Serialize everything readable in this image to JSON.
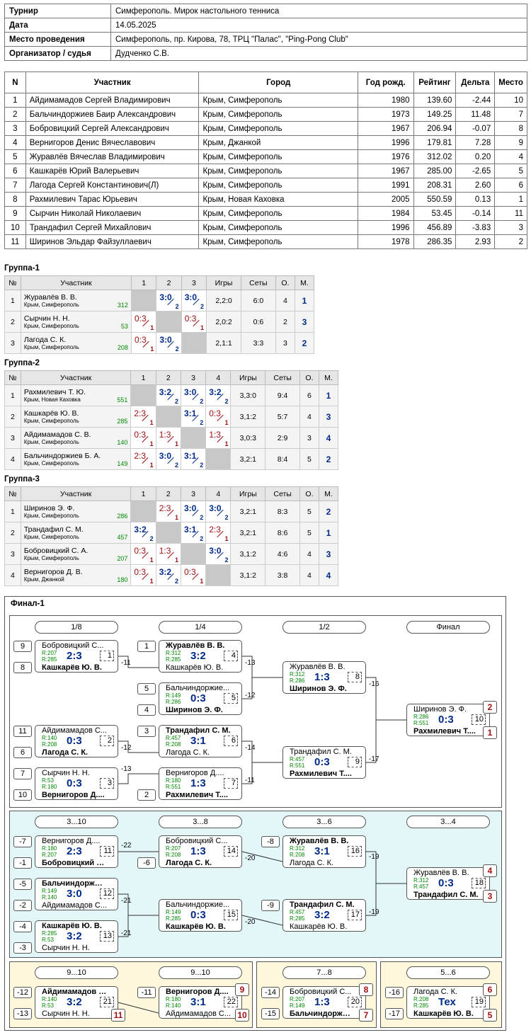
{
  "info": {
    "rows": [
      {
        "k": "Турнир",
        "v": "Симферополь. Мирок настольного тенниса"
      },
      {
        "k": "Дата",
        "v": "14.05.2025"
      },
      {
        "k": "Место проведения",
        "v": "Симферополь, пр. Кирова, 78, ТРЦ \"Палас\", \"Ping-Pong Club\""
      },
      {
        "k": "Организатор / судья",
        "v": "Дудченко С.В."
      }
    ]
  },
  "participants": {
    "headers": [
      "N",
      "Участник",
      "Город",
      "Год рожд.",
      "Рейтинг",
      "Дельта",
      "Место"
    ],
    "rows": [
      [
        "1",
        "Айдимамадов Сергей Владимирович",
        "Крым, Симферополь",
        "1980",
        "139.60",
        "-2.44",
        "10"
      ],
      [
        "2",
        "Бальчиндоржиев Баир Александрович",
        "Крым, Симферополь",
        "1973",
        "149.25",
        "11.48",
        "7"
      ],
      [
        "3",
        "Бобровицкий Сергей Александрович",
        "Крым, Симферополь",
        "1967",
        "206.94",
        "-0.07",
        "8"
      ],
      [
        "4",
        "Вернигоров Денис Вячеславович",
        "Крым, Джанкой",
        "1996",
        "179.81",
        "7.28",
        "9"
      ],
      [
        "5",
        "Журавлёв Вячеслав Владимирович",
        "Крым, Симферополь",
        "1976",
        "312.02",
        "0.20",
        "4"
      ],
      [
        "6",
        "Кашкарёв Юрий Валерьевич",
        "Крым, Симферополь",
        "1967",
        "285.00",
        "-2.65",
        "5"
      ],
      [
        "7",
        "Лагода Сергей Константинович(Л)",
        "Крым, Симферополь",
        "1991",
        "208.31",
        "2.60",
        "6"
      ],
      [
        "8",
        "Рахмилевич Тарас Юрьевич",
        "Крым, Новая Каховка",
        "2005",
        "550.59",
        "0.13",
        "1"
      ],
      [
        "9",
        "Сырчин Николай Николаевич",
        "Крым, Симферополь",
        "1984",
        "53.45",
        "-0.14",
        "11"
      ],
      [
        "10",
        "Трандафил Сергей Михайлович",
        "Крым, Симферополь",
        "1996",
        "456.89",
        "-3.83",
        "3"
      ],
      [
        "11",
        "Ширинов Эльдар Файзуллаевич",
        "Крым, Симферополь",
        "1978",
        "286.35",
        "2.93",
        "2"
      ]
    ]
  },
  "groups": [
    {
      "title": "Группа-1",
      "headers": [
        "№",
        "Участник",
        "1",
        "2",
        "3",
        "Игры",
        "Сеты",
        "О.",
        "М."
      ],
      "rows": [
        {
          "n": "1",
          "name": "Журавлёв В. В.",
          "city": "Крым, Симферополь",
          "rating": "312",
          "cells": [
            null,
            {
              "s": "3:0",
              "w": true,
              "p": "2"
            },
            {
              "s": "3:0",
              "w": true,
              "p": "2"
            }
          ],
          "games": "2,2:0",
          "sets": "6:0",
          "pts": "4",
          "place": "1"
        },
        {
          "n": "2",
          "name": "Сырчин Н. Н.",
          "city": "Крым, Симферополь",
          "rating": "53",
          "cells": [
            {
              "s": "0:3",
              "w": false,
              "p": "1"
            },
            null,
            {
              "s": "0:3",
              "w": false,
              "p": "1"
            }
          ],
          "games": "2,0:2",
          "sets": "0:6",
          "pts": "2",
          "place": "3"
        },
        {
          "n": "3",
          "name": "Лагода С. К.",
          "city": "Крым, Симферополь",
          "rating": "208",
          "cells": [
            {
              "s": "0:3",
              "w": false,
              "p": "1"
            },
            {
              "s": "3:0",
              "w": true,
              "p": "2"
            },
            null
          ],
          "games": "2,1:1",
          "sets": "3:3",
          "pts": "3",
          "place": "2"
        }
      ]
    },
    {
      "title": "Группа-2",
      "headers": [
        "№",
        "Участник",
        "1",
        "2",
        "3",
        "4",
        "Игры",
        "Сеты",
        "О.",
        "М."
      ],
      "rows": [
        {
          "n": "1",
          "name": "Рахмилевич Т. Ю.",
          "city": "Крым, Новая Каховка",
          "rating": "551",
          "cells": [
            null,
            {
              "s": "3:2",
              "w": true,
              "p": "2"
            },
            {
              "s": "3:0",
              "w": true,
              "p": "2"
            },
            {
              "s": "3:2",
              "w": true,
              "p": "2"
            }
          ],
          "games": "3,3:0",
          "sets": "9:4",
          "pts": "6",
          "place": "1"
        },
        {
          "n": "2",
          "name": "Кашкарёв Ю. В.",
          "city": "Крым, Симферополь",
          "rating": "285",
          "cells": [
            {
              "s": "2:3",
              "w": false,
              "p": "1"
            },
            null,
            {
              "s": "3:1",
              "w": true,
              "p": "2"
            },
            {
              "s": "0:3",
              "w": false,
              "p": "1"
            }
          ],
          "games": "3,1:2",
          "sets": "5:7",
          "pts": "4",
          "place": "3"
        },
        {
          "n": "3",
          "name": "Айдимамадов С. В.",
          "city": "Крым, Симферополь",
          "rating": "140",
          "cells": [
            {
              "s": "0:3",
              "w": false,
              "p": "1"
            },
            {
              "s": "1:3",
              "w": false,
              "p": "1"
            },
            null,
            {
              "s": "1:3",
              "w": false,
              "p": "1"
            }
          ],
          "games": "3,0:3",
          "sets": "2:9",
          "pts": "3",
          "place": "4"
        },
        {
          "n": "4",
          "name": "Бальчиндоржиев Б. А.",
          "city": "Крым, Симферополь",
          "rating": "149",
          "cells": [
            {
              "s": "2:3",
              "w": false,
              "p": "1"
            },
            {
              "s": "3:0",
              "w": true,
              "p": "2"
            },
            {
              "s": "3:1",
              "w": true,
              "p": "2"
            },
            null
          ],
          "games": "3,2:1",
          "sets": "8:4",
          "pts": "5",
          "place": "2"
        }
      ]
    },
    {
      "title": "Группа-3",
      "headers": [
        "№",
        "Участник",
        "1",
        "2",
        "3",
        "4",
        "Игры",
        "Сеты",
        "О.",
        "М."
      ],
      "rows": [
        {
          "n": "1",
          "name": "Ширинов Э. Ф.",
          "city": "Крым, Симферополь",
          "rating": "286",
          "cells": [
            null,
            {
              "s": "2:3",
              "w": false,
              "p": "1"
            },
            {
              "s": "3:0",
              "w": true,
              "p": "2"
            },
            {
              "s": "3:0",
              "w": true,
              "p": "2"
            }
          ],
          "games": "3,2:1",
          "sets": "8:3",
          "pts": "5",
          "place": "2"
        },
        {
          "n": "2",
          "name": "Трандафил С. М.",
          "city": "Крым, Симферополь",
          "rating": "457",
          "cells": [
            {
              "s": "3:2",
              "w": true,
              "p": "2"
            },
            null,
            {
              "s": "3:1",
              "w": true,
              "p": "2"
            },
            {
              "s": "2:3",
              "w": false,
              "p": "1"
            }
          ],
          "games": "3,2:1",
          "sets": "8:6",
          "pts": "5",
          "place": "1"
        },
        {
          "n": "3",
          "name": "Бобровицкий С. А.",
          "city": "Крым, Симферополь",
          "rating": "207",
          "cells": [
            {
              "s": "0:3",
              "w": false,
              "p": "1"
            },
            {
              "s": "1:3",
              "w": false,
              "p": "1"
            },
            null,
            {
              "s": "3:0",
              "w": true,
              "p": "2"
            }
          ],
          "games": "3,1:2",
          "sets": "4:6",
          "pts": "4",
          "place": "3"
        },
        {
          "n": "4",
          "name": "Вернигоров Д. В.",
          "city": "Крым, Джанкой",
          "rating": "180",
          "cells": [
            {
              "s": "0:3",
              "w": false,
              "p": "1"
            },
            {
              "s": "3:2",
              "w": true,
              "p": "2"
            },
            {
              "s": "0:3",
              "w": false,
              "p": "1"
            },
            null
          ],
          "games": "3,1:2",
          "sets": "3:8",
          "pts": "4",
          "place": "4"
        }
      ]
    }
  ],
  "final": {
    "title": "Финал-1",
    "rounds": {
      "main": [
        "1/8",
        "1/4",
        "1/2",
        "Финал"
      ],
      "p3_10": [
        "3...10",
        "3...8",
        "3...6",
        "3...4"
      ],
      "p9_10": [
        "9...10",
        "9...10"
      ],
      "p7_8": [
        "7...8"
      ],
      "p5_6": [
        "5...6"
      ]
    },
    "seeds": {
      "m1": "9",
      "m2": "8",
      "m3": "1",
      "m5": "5",
      "m6": "4",
      "m7": "11",
      "m8": "6",
      "m9": "3",
      "m10": "7",
      "m11": "10",
      "m12": "2",
      "c1": "-7",
      "c2": "-1",
      "c3": "-5",
      "c4": "-2",
      "c5": "-4",
      "c6": "-3",
      "c7": "-6",
      "c8": "-8",
      "c9": "-9",
      "d1": "-12",
      "d2": "-13",
      "d3": "-11",
      "d4": "-14",
      "d5": "-15",
      "d6": "-16",
      "d7": "-17"
    },
    "notes": {
      "n11": "-11",
      "n13": "-13",
      "n12": "-12",
      "n14": "-14",
      "n13b": "-13",
      "n11b": "-11",
      "n16": "-16",
      "n17": "-17",
      "c22": "-22",
      "c21": "-21",
      "c21b": "-21",
      "c20": "-20",
      "c20b": "-20",
      "c19": "-19",
      "c19b": "-19"
    },
    "matches": {
      "A1": {
        "p1": "Бобровицкий С...",
        "r1": "R:207",
        "r2": "R:285",
        "p2": "Кашкарёв Ю. В.",
        "score": "2:3",
        "no": "1"
      },
      "A2": {
        "p1": "Айдимамадов С...",
        "r1": "R:140",
        "r2": "R:208",
        "p2": "Лагода С. К.",
        "score": "0:3",
        "no": "2"
      },
      "A3": {
        "p1": "Сырчин Н. Н.",
        "r1": "R:53",
        "r2": "R:180",
        "p2": "Вернигоров Д....",
        "score": "0:3",
        "no": "3"
      },
      "B1": {
        "p1": "Журавлёв В. В.",
        "r1": "R:312",
        "r2": "R:285",
        "p2": "Кашкарёв Ю. В.",
        "score": "3:2",
        "no": "4"
      },
      "B2": {
        "p1": "Бальчиндоржие...",
        "r1": "R:149",
        "r2": "R:286",
        "p2": "Ширинов Э. Ф.",
        "score": "0:3",
        "no": "5"
      },
      "B3": {
        "p1": "Трандафил С. М.",
        "r1": "R:457",
        "r2": "R:208",
        "p2": "Лагода С. К.",
        "score": "3:1",
        "no": "6"
      },
      "B4": {
        "p1": "Вернигоров Д....",
        "r1": "R:180",
        "r2": "R:551",
        "p2": "Рахмилевич Т....",
        "score": "1:3",
        "no": "7"
      },
      "C1": {
        "p1": "Журавлёв В. В.",
        "r1": "R:312",
        "r2": "R:286",
        "p2": "Ширинов Э. Ф.",
        "score": "1:3",
        "no": "8"
      },
      "C2": {
        "p1": "Трандафил С. М.",
        "r1": "R:457",
        "r2": "R:551",
        "p2": "Рахмилевич Т....",
        "score": "0:3",
        "no": "9"
      },
      "D1": {
        "p1": "Ширинов Э. Ф.",
        "r1": "R:286",
        "r2": "R:551",
        "p2": "Рахмилевич Т....",
        "score": "0:3",
        "no": "10",
        "pl1": "2",
        "pl2": "1"
      },
      "E1": {
        "p1": "Вернигоров Д....",
        "r1": "R:180",
        "r2": "R:207",
        "p2": "Бобровицкий С...",
        "score": "2:3",
        "no": "11"
      },
      "E2": {
        "p1": "Бальчиндоржие...",
        "r1": "R:149",
        "r2": "R:140",
        "p2": "Айдимамадов С...",
        "score": "3:0",
        "no": "12"
      },
      "E3": {
        "p1": "Кашкарёв Ю. В.",
        "r1": "R:285",
        "r2": "R:53",
        "p2": "Сырчин Н. Н.",
        "score": "3:2",
        "no": "13"
      },
      "F1": {
        "p1": "Бобровицкий С...",
        "r1": "R:207",
        "r2": "R:208",
        "p2": "Лагода С. К.",
        "score": "1:3",
        "no": "14"
      },
      "F2": {
        "p1": "Бальчиндоржие...",
        "r1": "R:149",
        "r2": "R:285",
        "p2": "Кашкарёв Ю. В.",
        "score": "0:3",
        "no": "15"
      },
      "G1": {
        "p1": "Журавлёв В. В.",
        "r1": "R:312",
        "r2": "R:208",
        "p2": "Лагода С. К.",
        "score": "3:1",
        "no": "16"
      },
      "G2": {
        "p1": "Трандафил С. М.",
        "r1": "R:457",
        "r2": "R:285",
        "p2": "Кашкарёв Ю. В.",
        "score": "3:2",
        "no": "17"
      },
      "H1": {
        "p1": "Журавлёв В. В.",
        "r1": "R:312",
        "r2": "R:457",
        "p2": "Трандафил С. М.",
        "score": "0:3",
        "no": "18",
        "pl1": "4",
        "pl2": "3"
      },
      "I1": {
        "p1": "Айдимамадов С...",
        "r1": "R:140",
        "r2": "R:53",
        "p2": "Сырчин Н. Н.",
        "score": "3:2",
        "no": "21",
        "pl2": "11"
      },
      "I2": {
        "p1": "Вернигоров Д....",
        "r1": "R:180",
        "r2": "R:140",
        "p2": "Айдимамадов С...",
        "score": "3:1",
        "no": "22",
        "pl1": "9",
        "pl2": "10"
      },
      "J1": {
        "p1": "Бобровицкий С...",
        "r1": "R:207",
        "r2": "R:149",
        "p2": "Бальчиндоржие...",
        "score": "1:3",
        "no": "20",
        "pl1": "8",
        "pl2": "7"
      },
      "K1": {
        "p1": "Лагода С. К.",
        "r1": "R:208",
        "r2": "R:285",
        "p2": "Кашкарёв Ю. В.",
        "score": "Тех",
        "no": "19",
        "pl1": "6",
        "pl2": "5"
      }
    }
  },
  "colors": {
    "panel_main": "#ffffff",
    "panel_cons": "#e3f6f8",
    "panel_low": "#fdf8dc",
    "win": "#002b8a",
    "loss": "#a01010",
    "rating": "#008800"
  }
}
